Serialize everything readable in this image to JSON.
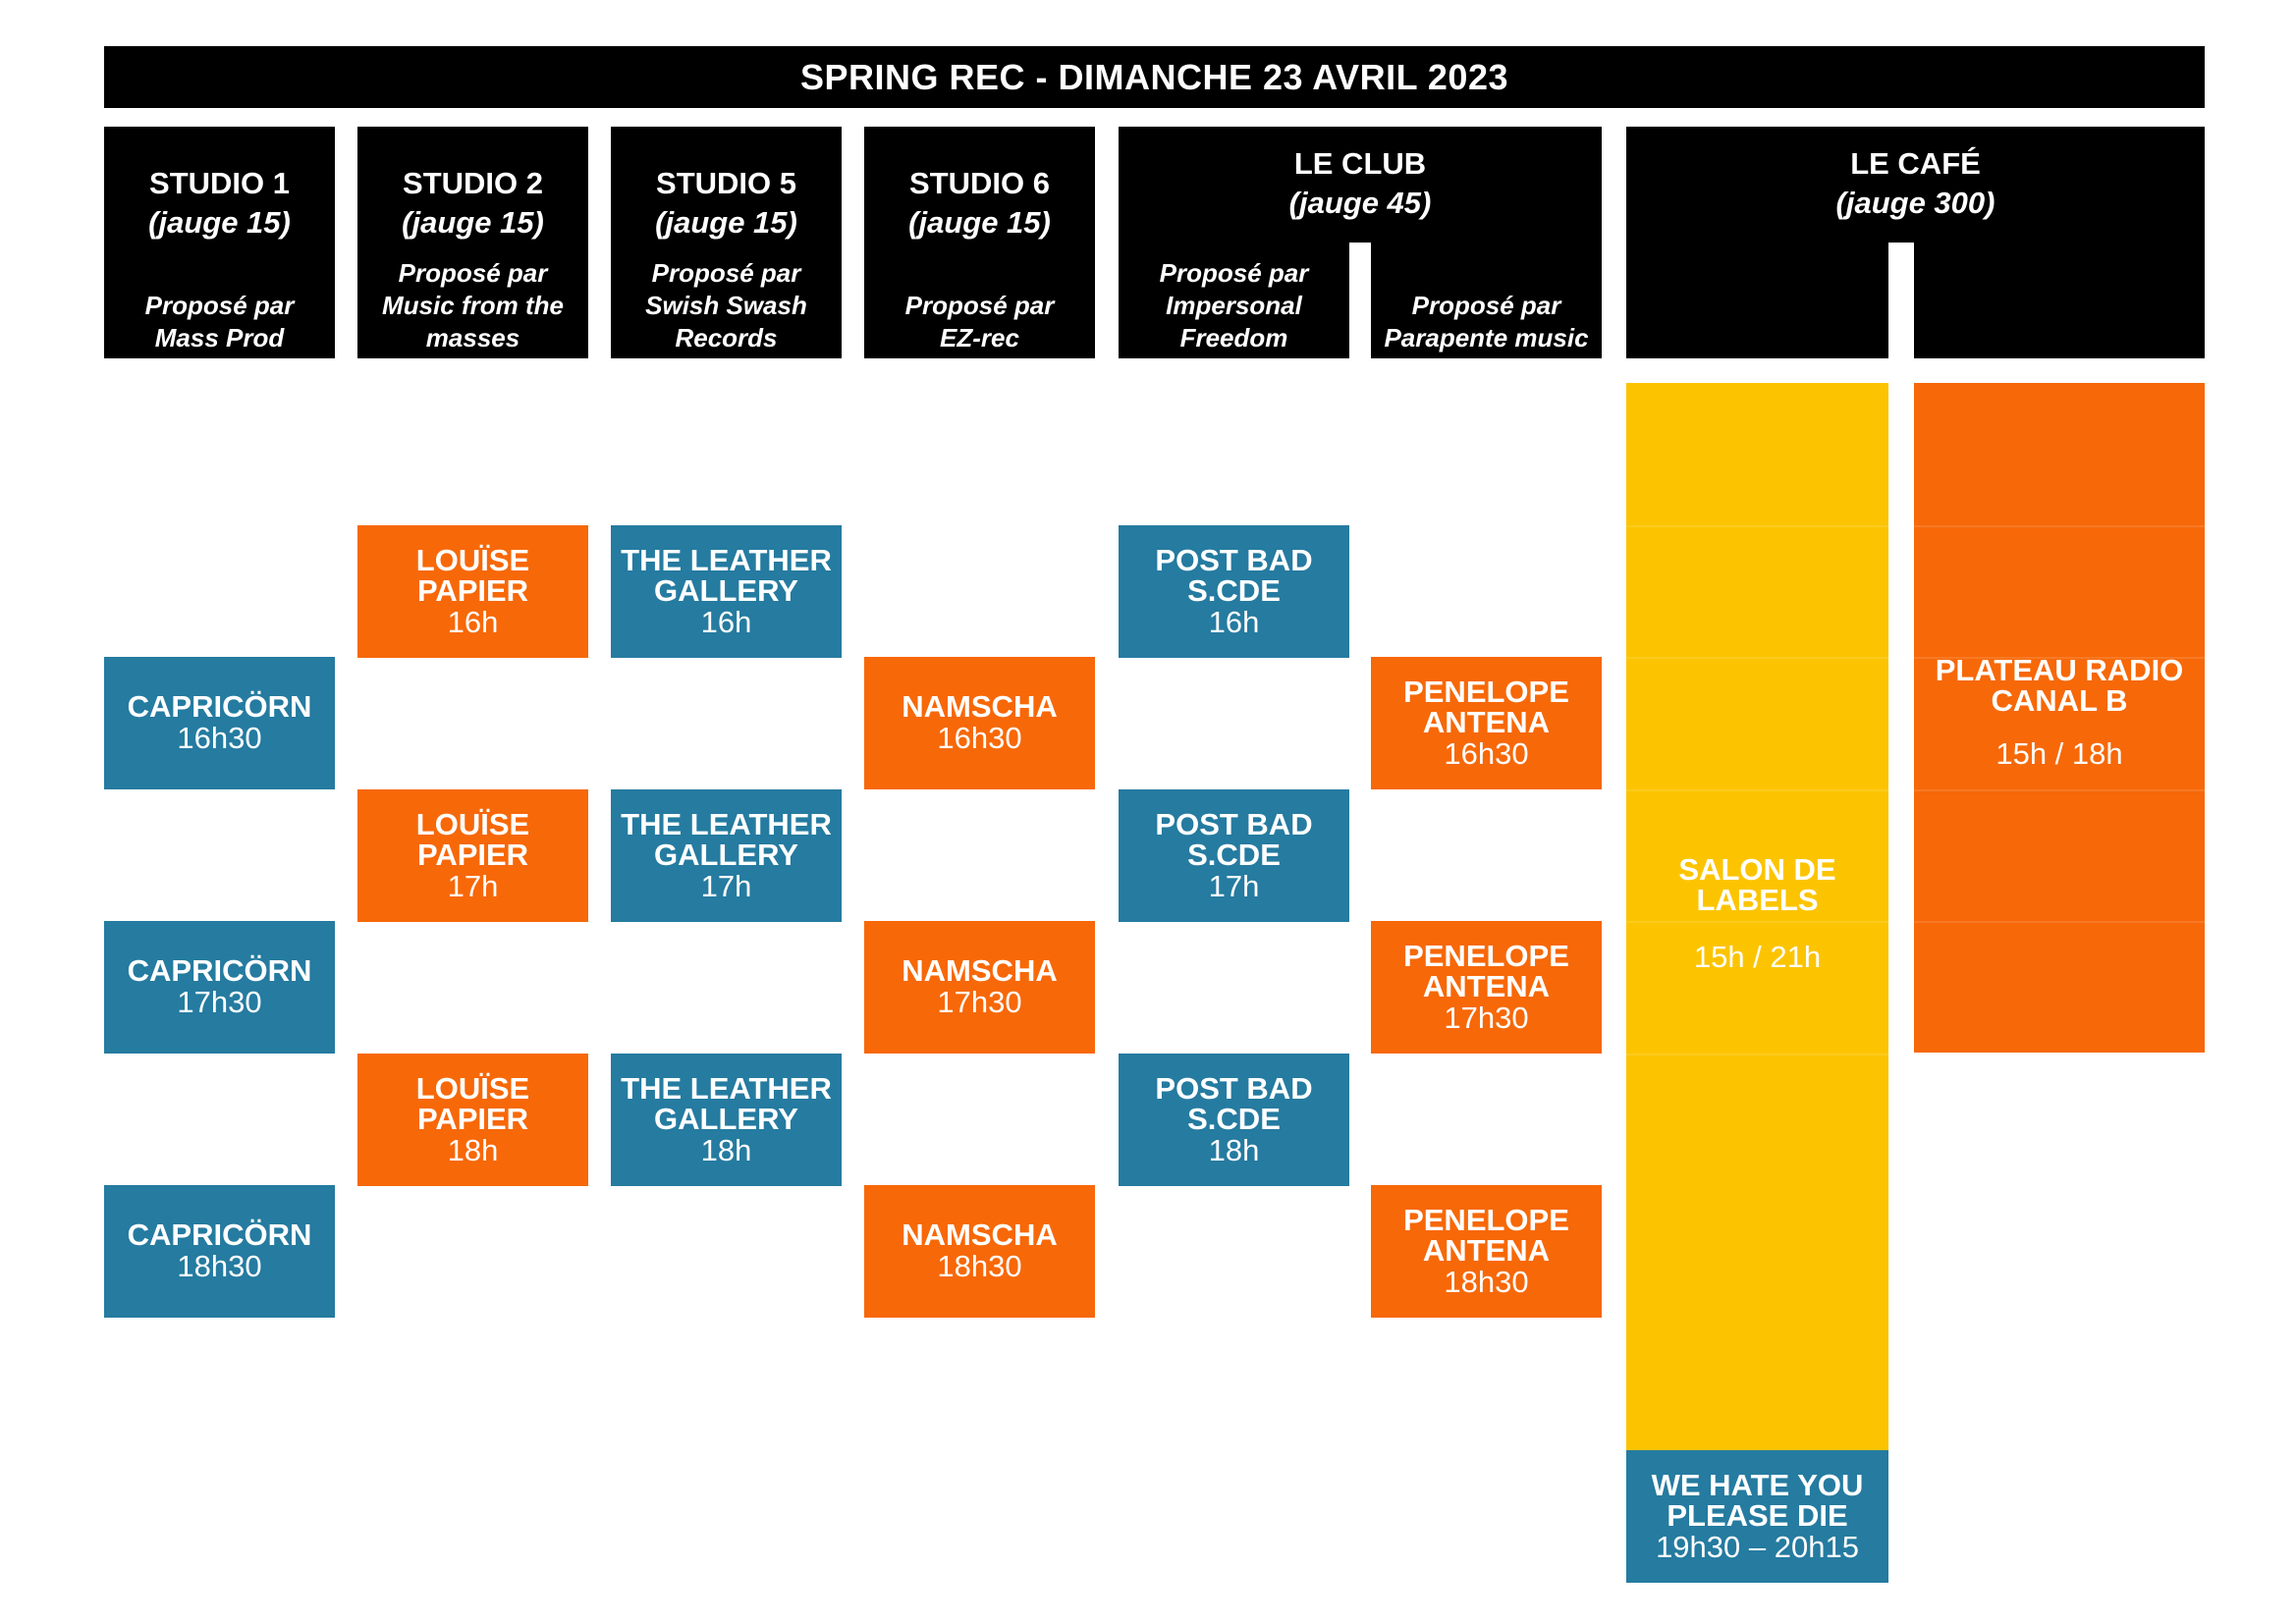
{
  "title": "SPRING REC - DIMANCHE 23 AVRIL 2023",
  "headers": {
    "studio1": {
      "name": "STUDIO 1",
      "capacity": "(jauge 15)",
      "by": [
        "Proposé par",
        "Mass Prod"
      ]
    },
    "studio2": {
      "name": "STUDIO 2",
      "capacity": "(jauge 15)",
      "by": [
        "Proposé par",
        "Music from the",
        "masses"
      ]
    },
    "studio5": {
      "name": "STUDIO 5",
      "capacity": "(jauge 15)",
      "by": [
        "Proposé par",
        "Swish Swash",
        "Records"
      ]
    },
    "studio6": {
      "name": "STUDIO 6",
      "capacity": "(jauge 15)",
      "by": [
        "Proposé par",
        "EZ-rec"
      ]
    },
    "club": {
      "name": "LE CLUB",
      "capacity": "(jauge 45)",
      "by_left": [
        "Proposé par",
        "Impersonal",
        "Freedom"
      ],
      "by_right": [
        "Proposé par",
        "Parapente music"
      ]
    },
    "cafe": {
      "name": "LE CAFÉ",
      "capacity": "(jauge 300)"
    }
  },
  "events": {
    "capricorn": {
      "name": "CAPRICÖRN",
      "times": [
        "16h30",
        "17h30",
        "18h30"
      ]
    },
    "louise": {
      "name": "LOUÏSE PAPIER",
      "times": [
        "16h",
        "17h",
        "18h"
      ]
    },
    "leather": {
      "name_1": "THE LEATHER",
      "name_2": "GALLERY",
      "times": [
        "16h",
        "17h",
        "18h"
      ]
    },
    "namscha": {
      "name": "NAMSCHA",
      "times": [
        "16h30",
        "17h30",
        "18h30"
      ]
    },
    "postbad": {
      "name_1": "POST BAD",
      "name_2": "S.CDE",
      "times": [
        "16h",
        "17h",
        "18h"
      ]
    },
    "penelope": {
      "name_1": "PENELOPE",
      "name_2": "ANTENA",
      "times": [
        "16h30",
        "17h30",
        "18h30"
      ]
    },
    "salon": {
      "name_1": "SALON DE",
      "name_2": "LABELS",
      "time": "15h / 21h"
    },
    "plateau": {
      "name_1": "PLATEAU RADIO",
      "name_2": "CANAL B",
      "time": "15h / 18h"
    },
    "wehate": {
      "name_1": "WE HATE YOU",
      "name_2": "PLEASE DIE",
      "time": "19h30 – 20h15"
    }
  },
  "colors": {
    "blue": "#257ba0",
    "orange": "#f76808",
    "yellow": "#fcc400",
    "black": "#000000"
  }
}
